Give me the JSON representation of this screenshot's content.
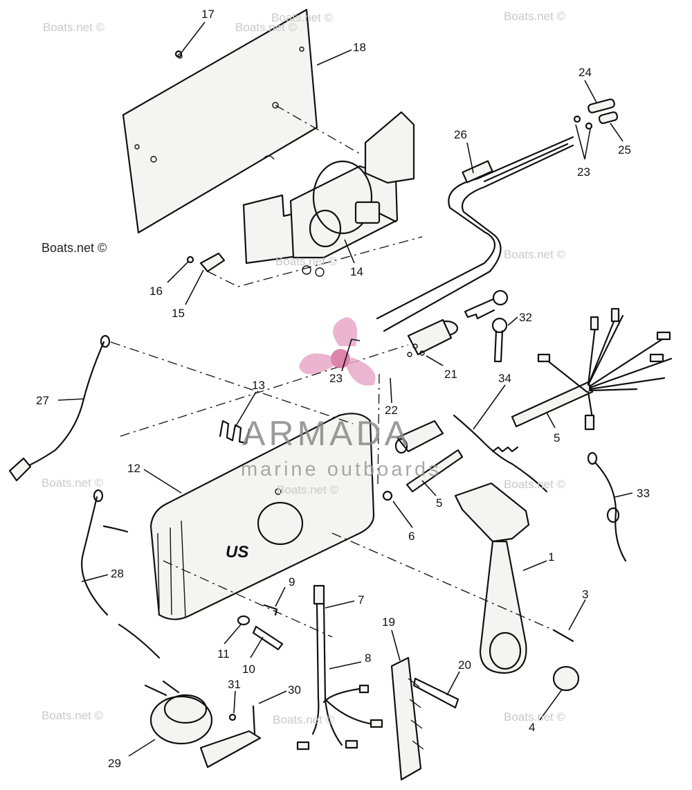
{
  "callouts": [
    "17",
    "18",
    "24",
    "26",
    "25",
    "23",
    "14",
    "16",
    "15",
    "32",
    "23",
    "21",
    "27",
    "13",
    "22",
    "34",
    "5",
    "12",
    "5",
    "6",
    "33",
    "28",
    "9",
    "7",
    "1",
    "3",
    "19",
    "11",
    "10",
    "8",
    "20",
    "31",
    "30",
    "4",
    "29"
  ],
  "watermarks": [
    "Boats.net ©",
    "Boats.net ©",
    "Boats.net ©",
    "Boats.net ©",
    "Boats.net ©",
    "Boats.net ©",
    "Boats.net ©",
    "Boats.net ©",
    "Boats.net ©",
    "Boats.net ©",
    "Boats.net ©",
    "Boats.net ©",
    "Boats.net ©"
  ],
  "brand": {
    "name": "ARMADA",
    "subtitle": "marine outboards",
    "accent_color": "#e8a9c8"
  },
  "case_logo": "US"
}
